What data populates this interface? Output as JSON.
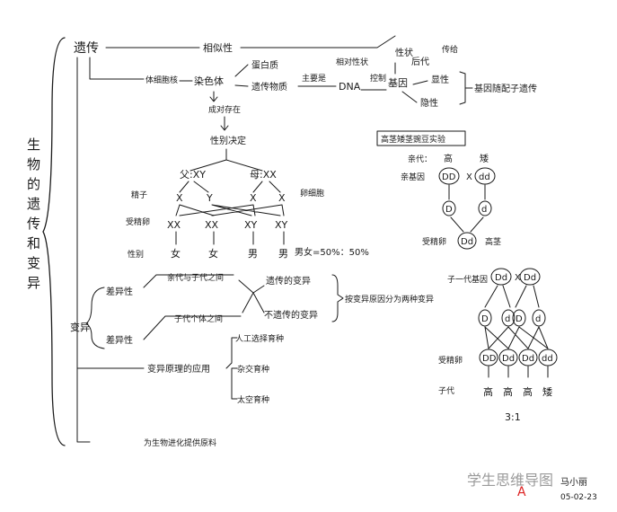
{
  "title_vertical": "生物的遗传和变异",
  "heredity": {
    "label": "遗传",
    "similarity": "相似性",
    "somatic_cell": "体细胞核",
    "chromosome": "染色体",
    "protein": "蛋白质",
    "genetic_material": "遗传物质",
    "main_is": "主要是",
    "dna": "DNA",
    "exist_in_pairs": "成对存在",
    "relative_traits": "相对性状",
    "traits": "性状",
    "control": "控制",
    "gene": "基因",
    "offspring": "后代",
    "pass_on": "传给",
    "dominant": "显性",
    "recessive": "隐性",
    "gene_passing_note": "基因随配子遗传"
  },
  "sex_determination": {
    "title": "性别决定",
    "father": "父:XY",
    "mother": "母:XX",
    "sperm": "精子",
    "egg": "卵细胞",
    "x": "X",
    "y": "Y",
    "fertilized": "受精卵",
    "combos": [
      "XX",
      "XX",
      "XY",
      "XY"
    ],
    "sex_label": "性别",
    "sexes": [
      "女",
      "女",
      "男",
      "男"
    ],
    "ratio_text": "男女=50%：50%"
  },
  "variation": {
    "label": "变异",
    "diff1": "差异性",
    "diff2": "差异性",
    "between_parents_children": "亲代与子代之间",
    "between_children": "子代个体之间",
    "heritable": "遗传的变异",
    "non_heritable": "不遗传的变异",
    "cause_note": "按变异原因分为两种变异",
    "application": "变异原理的应用",
    "artificial_selection": "人工选择育种",
    "hybrid_breeding": "杂交育种",
    "space_breeding": "太空育种",
    "evolution_note": "为生物进化提供原料"
  },
  "genetics_experiment": {
    "title": "高茎矮茎豌豆实验",
    "parents_label": "亲代：",
    "tall": "高",
    "short": "矮",
    "parent_genes_label": "亲基因",
    "parent_genes": [
      "DD",
      "dd"
    ],
    "cross": "X",
    "gametes": [
      "D",
      "d"
    ],
    "fertilized_label": "受精卵",
    "zygote": "Dd",
    "zygote_trait": "高茎",
    "second_generation_label": "子一代基因",
    "second_parent_genes": [
      "Dd",
      "Dd"
    ],
    "second_gametes": [
      "D",
      "d",
      "D",
      "d"
    ],
    "second_fertilized_label": "受精卵",
    "second_zygotes": [
      "DD",
      "Dd",
      "Dd",
      "dd"
    ],
    "offspring_label": "子代",
    "offspring_traits": [
      "高",
      "高",
      "高",
      "矮"
    ],
    "ratio": "3:1"
  },
  "watermark": {
    "brand": "学生思维导图",
    "author": "马小丽",
    "grade_mark": "A",
    "date": "05-02-23"
  }
}
